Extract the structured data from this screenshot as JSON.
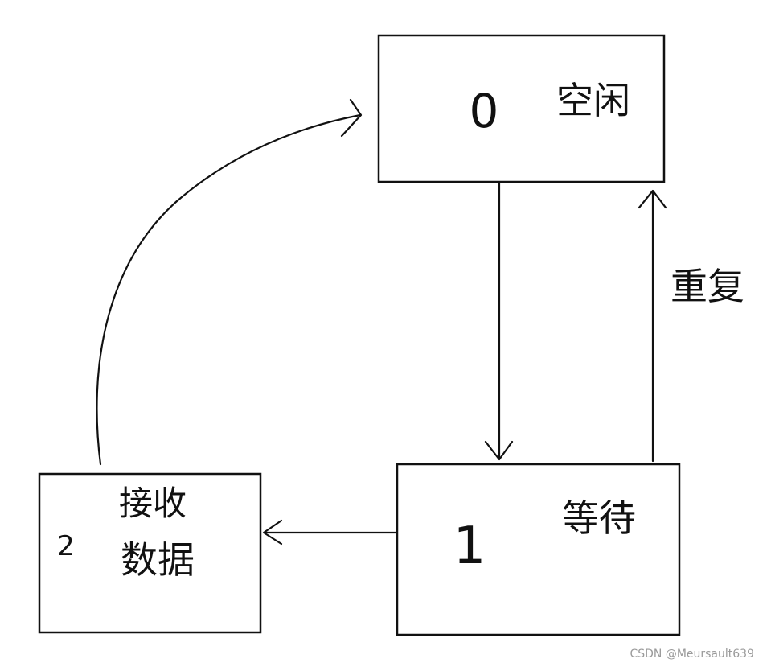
{
  "states": [
    {
      "id": "idle",
      "number": "0",
      "label": "空闲"
    },
    {
      "id": "waiting",
      "number": "1",
      "label": "等待"
    },
    {
      "id": "receive",
      "number": "2",
      "label_line1": "接收",
      "label_line2": "数据"
    }
  ],
  "edges": {
    "repeat_label": "重复"
  },
  "watermark": "CSDN @Meursault639"
}
